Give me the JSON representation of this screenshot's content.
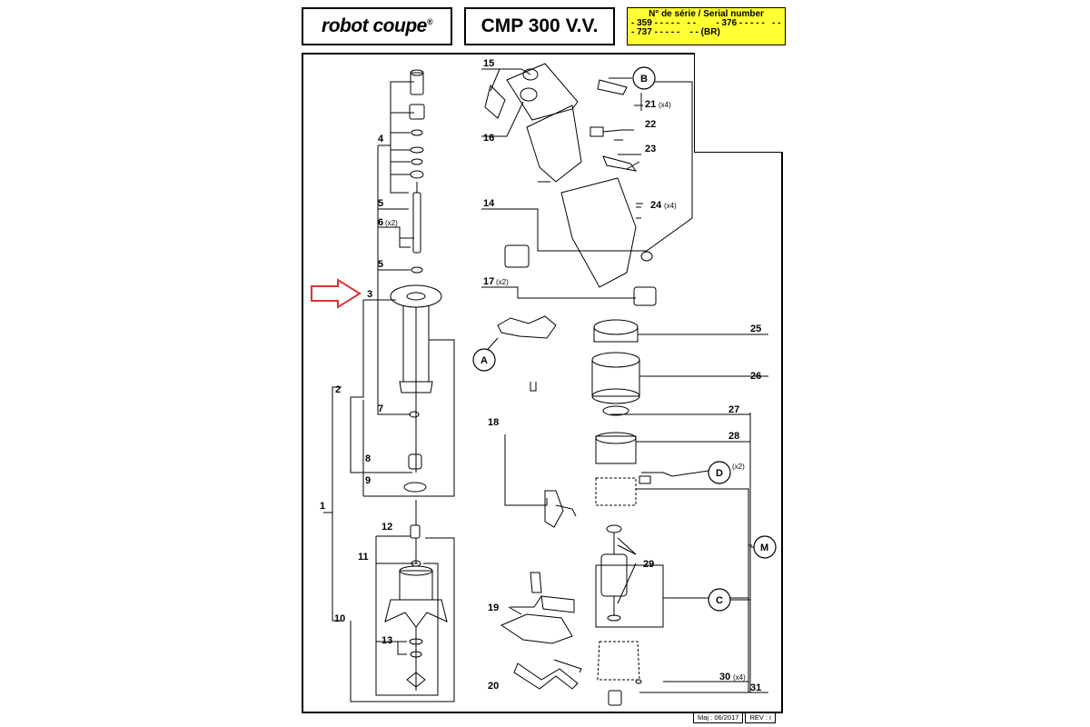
{
  "header": {
    "logo_text": "robot coupe",
    "logo_reg": "®",
    "model": "CMP 300 V.V.",
    "serial_title": "N° de série / Serial number",
    "serial_line1": "- 359 - - - - -   - -        - 376 - - - - -   - -",
    "serial_line2": "- 737 - - - - -    - - (BR)"
  },
  "footer": {
    "maj": "Maj : 06/2017",
    "rev": "REV : i"
  },
  "labels": {
    "n1": "1",
    "n2": "2",
    "n3": "3",
    "n4": "4",
    "n5a": "5",
    "n5b": "5",
    "n6": "6",
    "x2_6": "(x2)",
    "n7": "7",
    "n8": "8",
    "n9": "9",
    "n10": "10",
    "n11": "11",
    "n12": "12",
    "n13": "13",
    "n14": "14",
    "n15": "15",
    "n16": "16",
    "n17": "17",
    "x2_17": "(x2)",
    "n18": "18",
    "n19": "19",
    "n20": "20",
    "n21": "21",
    "x4_21": "(x4)",
    "n22": "22",
    "n23": "23",
    "n24": "24",
    "x4_24": "(x4)",
    "n25": "25",
    "n26": "26",
    "n27": "27",
    "n28": "28",
    "n29": "29",
    "n30": "30",
    "x4_30": "(x4)",
    "n31": "31",
    "cA": "A",
    "cB": "B",
    "cC": "C",
    "cD": "D",
    "x2_D": "(x2)",
    "cM": "M"
  },
  "colors": {
    "serial_bg": "#ffff33",
    "arrow": "#e03030"
  }
}
